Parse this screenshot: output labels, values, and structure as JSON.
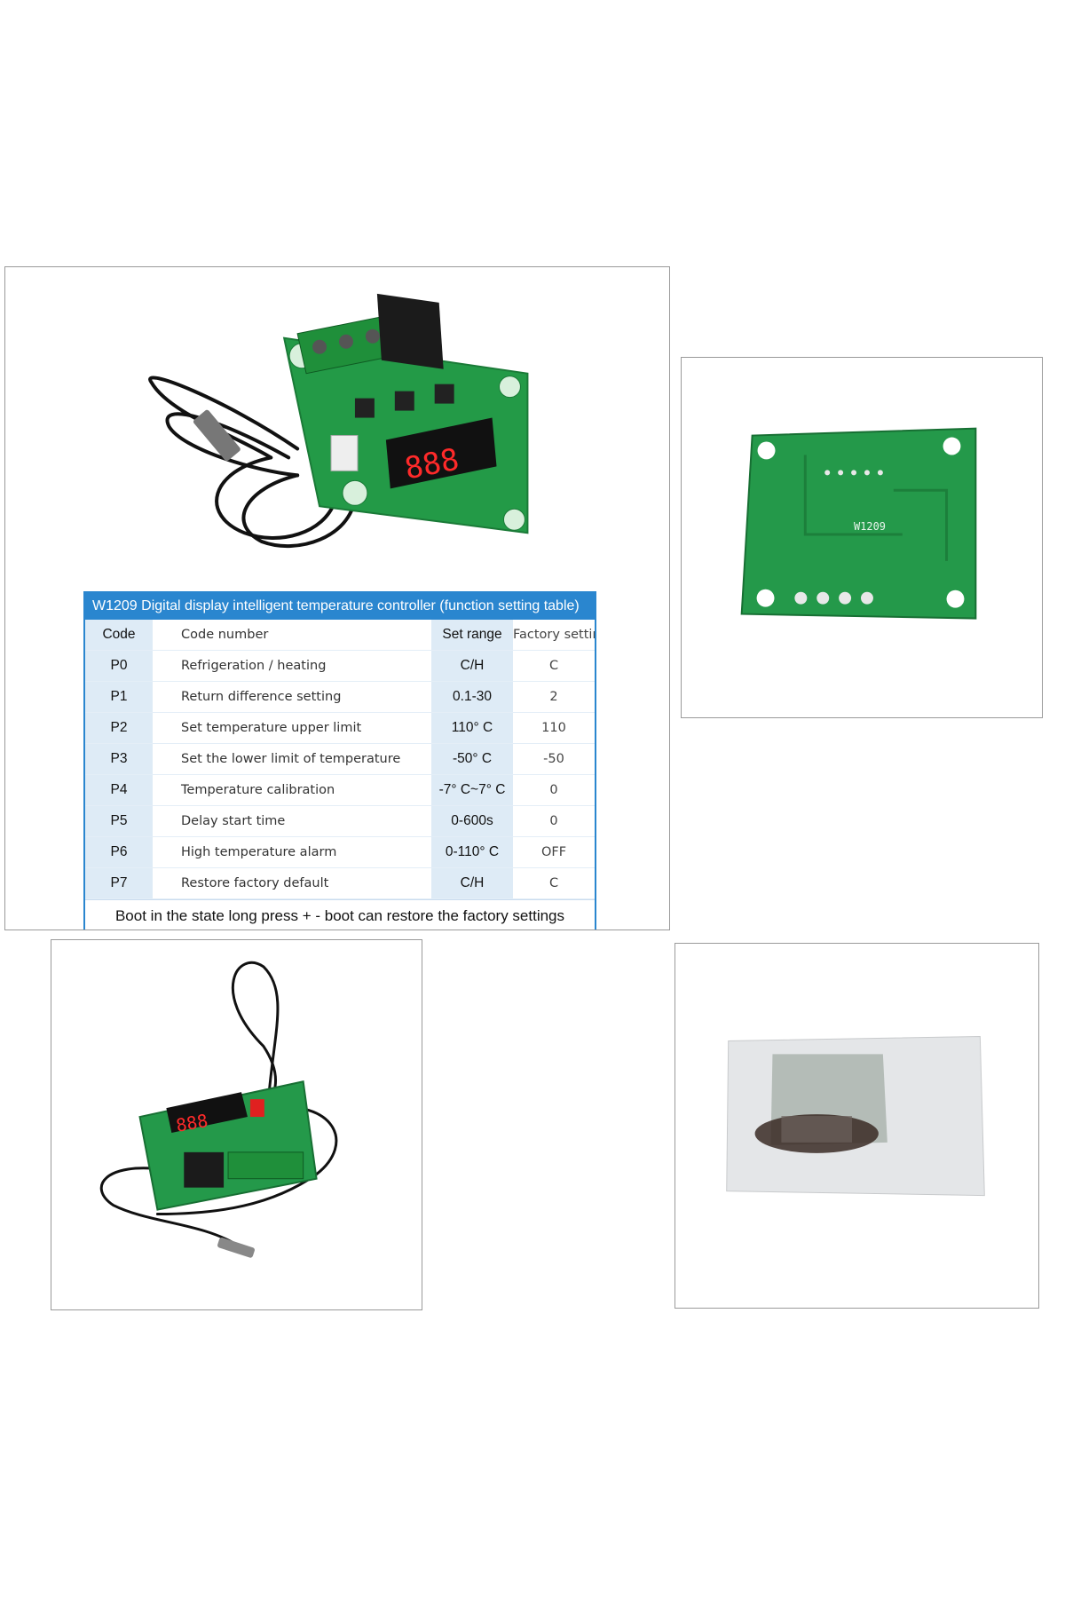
{
  "table": {
    "title": "W1209 Digital display intelligent temperature controller (function setting table)",
    "headers": {
      "code": "Code",
      "name": "Code number",
      "range": "Set range",
      "factory": "Factory setting"
    },
    "rows": [
      {
        "code": "P0",
        "name": "Refrigeration / heating",
        "range": "C/H",
        "factory": "C"
      },
      {
        "code": "P1",
        "name": "Return difference setting",
        "range": "0.1-30",
        "factory": "2"
      },
      {
        "code": "P2",
        "name": "Set temperature upper limit",
        "range": "110° C",
        "factory": "110"
      },
      {
        "code": "P3",
        "name": "Set the lower limit of temperature",
        "range": "-50° C",
        "factory": "-50"
      },
      {
        "code": "P4",
        "name": "Temperature calibration",
        "range": "-7° C~7° C",
        "factory": "0"
      },
      {
        "code": "P5",
        "name": "Delay start time",
        "range": "0-600s",
        "factory": "0"
      },
      {
        "code": "P6",
        "name": "High temperature alarm",
        "range": "0-110° C",
        "factory": "OFF"
      },
      {
        "code": "P7",
        "name": "Restore factory default",
        "range": "C/H",
        "factory": "C"
      }
    ],
    "footer": "Boot in the state long press + - boot can restore the factory settings"
  },
  "board_back_label": "W1209",
  "board_display": "888"
}
